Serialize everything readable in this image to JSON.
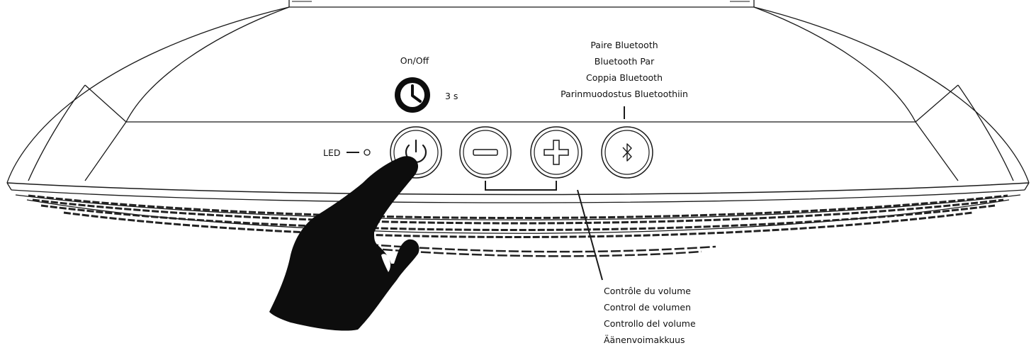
{
  "labels": {
    "on_off": "On/Off",
    "hold_time": "3 s",
    "led": "LED",
    "bluetooth_pair": [
      "Paire Bluetooth",
      "Bluetooth Par",
      "Coppia Bluetooth",
      "Parinmuodostus Bluetoothiin"
    ],
    "volume_control": [
      "Contrôle du volume",
      "Control de volumen",
      "Controllo del volume",
      "Äänenvoimakkuus"
    ]
  },
  "buttons": {
    "power": {
      "icon": "power-icon"
    },
    "volume_down": {
      "icon": "minus-icon"
    },
    "volume_up": {
      "icon": "plus-icon"
    },
    "bluetooth": {
      "icon": "bluetooth-icon"
    }
  },
  "icons": {
    "clock": "clock-icon",
    "hand": "pointing-hand-icon",
    "led_indicator": "led-indicator-icon"
  },
  "colors": {
    "line": "#1a1a1a",
    "fill": "#ffffff",
    "hand": "#0d0d0d"
  }
}
